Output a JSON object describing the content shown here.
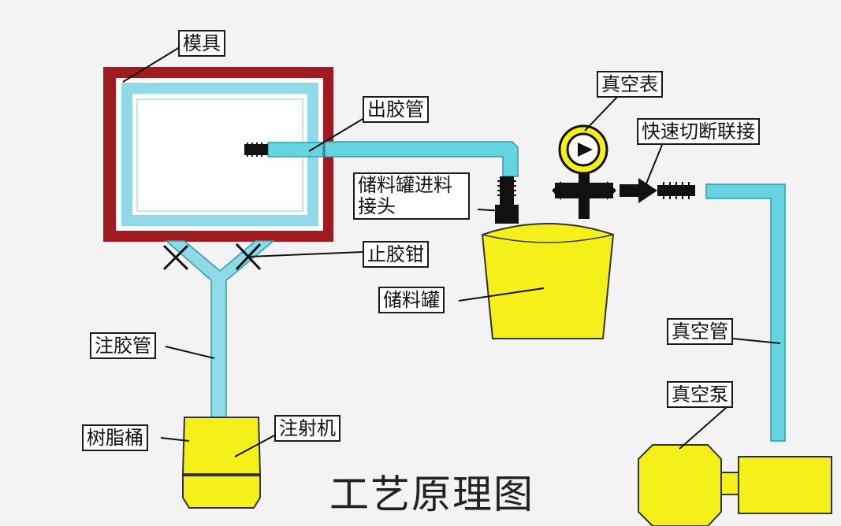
{
  "title": "工艺原理图",
  "labels": {
    "mold": "模具",
    "outlet_pipe": "出胶管",
    "vacuum_gauge": "真空表",
    "quick_disconnect": "快速切断联接",
    "tank_inlet_fitting": "储料罐进料接头",
    "pinch_clamp": "止胶钳",
    "storage_tank": "储料罐",
    "injection_pipe": "注胶管",
    "vacuum_pipe": "真空管",
    "vacuum_pump": "真空泵",
    "resin_bucket": "树脂桶",
    "injector": "注射机"
  },
  "colors": {
    "mold_frame": "#a01a1f",
    "pipe": "#66d4e0",
    "pipe_stroke": "#2a9fb0",
    "cavity_channel": "#8fd9e8",
    "vessel": "#f5ef1a",
    "vessel_stroke": "#333333",
    "fitting": "#111111",
    "background": "#f3f3f3"
  }
}
